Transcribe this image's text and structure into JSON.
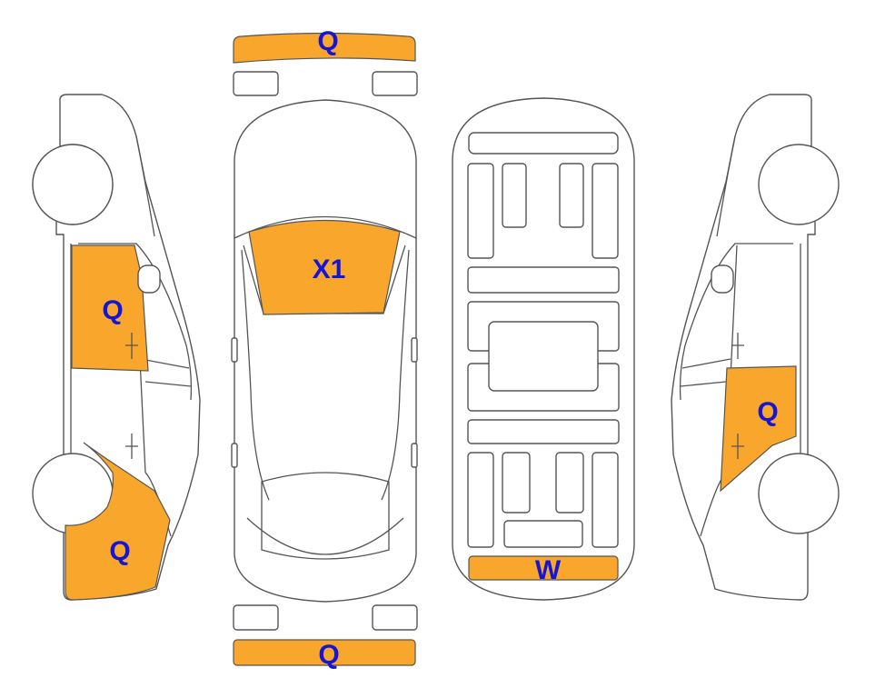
{
  "colors": {
    "damage_fill": "#F8A72C",
    "label_text": "#1515D6",
    "outline": "#555555"
  },
  "views": {
    "left_side": {
      "front_door_label": "Q",
      "rear_quarter_label": "Q"
    },
    "top": {
      "front_bumper_label": "Q",
      "windshield_label": "X1",
      "rear_bumper_label": "Q"
    },
    "underbody": {
      "rear_panel_label": "W"
    },
    "right_side": {
      "rear_door_label": "Q"
    }
  }
}
